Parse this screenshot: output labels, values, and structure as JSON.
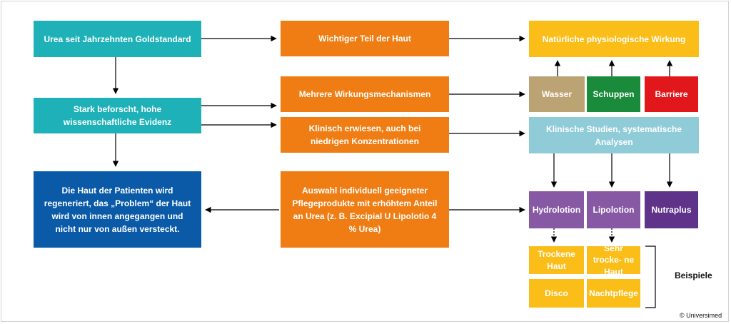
{
  "left": {
    "b1": "Urea seit Jahrzehnten Goldstandard",
    "b2": "Stark beforscht, hohe wissenschaftliche Evidenz",
    "b3": "Die Haut der Patienten wird regeneriert, das „Problem“ der Haut wird von innen angegangen und nicht nur von außen versteckt."
  },
  "middle": {
    "b1": "Wichtiger Teil der Haut",
    "b2": "Mehrere Wirkungsmechanismen",
    "b3": "Klinisch erwiesen, auch bei niedrigen Konzentrationen",
    "b4": "Auswahl individuell geeigneter Pflegeprodukte mit erhöhtem Anteil an Urea (z. B. Excipial U Lipolotio 4 % Urea)"
  },
  "right": {
    "top": "Natürliche physiologische Wirkung",
    "wasser": "Wasser",
    "schuppen": "Schuppen",
    "barriere": "Barriere",
    "studien": "Klinische Studien, systematische Analysen",
    "hydrolotion": "Hydrolotion",
    "lipolotion": "Lipolotion",
    "nutraplus": "Nutraplus",
    "trockene": "Trockene Haut",
    "sehr_trockene": "Sehr trocke- ne Haut",
    "disco": "Disco",
    "nachtpflege": "Nachtpflege",
    "beispiele": "Beispiele"
  },
  "copyright": "© Universimed",
  "colors": {
    "teal": "#1fb1b8",
    "blue": "#0a5aa8",
    "orange": "#ef7d13",
    "yellow": "#fbbd18",
    "tan": "#bca373",
    "green": "#1a8b3b",
    "red": "#e2171c",
    "light_blue": "#8fccd7",
    "purple": "#8759a5",
    "dark_purple": "#5e3389"
  }
}
